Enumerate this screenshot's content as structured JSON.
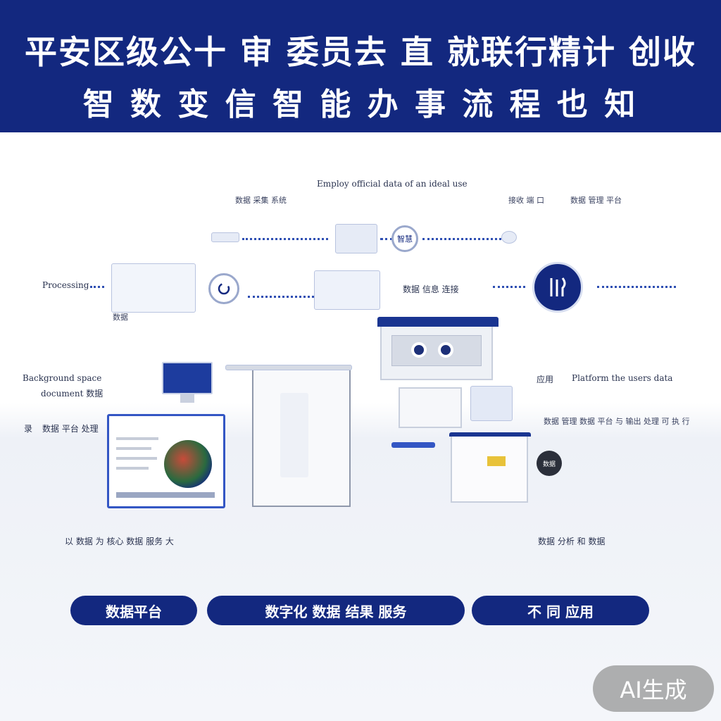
{
  "banner": {
    "line1": "平安区级公十 审 委员去 直 就联行精计 创收",
    "line2": "智 数 变 信 智 能 办 事 流 程 也 知"
  },
  "diagram": {
    "title": "Employ official data of an ideal use",
    "label_top_left": "数据 采集 系统",
    "label_top_right_a": "接收 端 口",
    "label_top_right_b": "数据 管理 平台",
    "label_process": "Processing",
    "label_middle_center": "数据 信息 连接",
    "label_node_chip": "智慧",
    "label_bottom_small": "数据",
    "label_left_a": "Background space",
    "label_left_b": "document 数据",
    "label_left_c": "数据 平台 处理",
    "label_left_icon": "录",
    "label_right_a": "应用",
    "label_right_b": "Platform the users data",
    "label_right_c": "数据 管理 数据 平台 与 输出 处理 可 执 行",
    "label_bottom_left": "以 数据 为 核心 数据 服务 大",
    "label_bottom_right": "数据 分析 和 数据",
    "label_device_chip": "数据"
  },
  "buttons": {
    "b1": "数据平台",
    "b2": "数字化 数据 结果 服务",
    "b3": "不 同 应用"
  },
  "watermark": "AI生成",
  "colors": {
    "navy": "#13287f",
    "accent": "#3356c4",
    "bg": "#f3f5f9"
  }
}
